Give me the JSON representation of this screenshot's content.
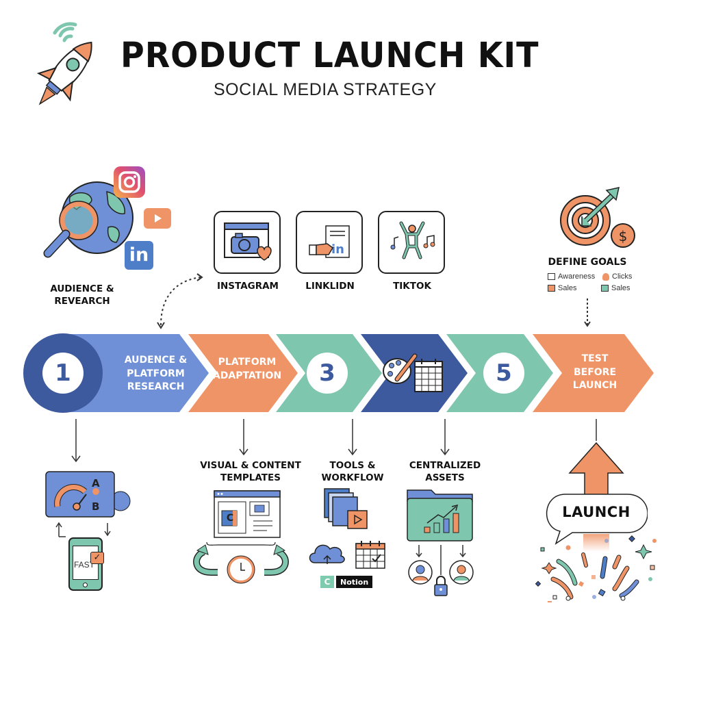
{
  "header": {
    "title": "PRODUCT LAUNCH KIT",
    "subtitle": "SOCIAL MEDIA STRATEGY"
  },
  "colors": {
    "blue_dark": "#3d5a9e",
    "blue": "#6f8fd6",
    "orange": "#ef9466",
    "teal": "#7fc6af",
    "ink": "#111111"
  },
  "research": {
    "label_line1": "AUDIENCE &",
    "label_line2": "REVEARCH",
    "icons": [
      "globe-icon",
      "magnifier-icon",
      "instagram-icon",
      "youtube-icon",
      "linkedin-icon"
    ]
  },
  "platforms": [
    {
      "label": "INSTAGRAM",
      "icon": "camera-heart-icon"
    },
    {
      "label": "LINKLIDN",
      "icon": "handshake-linkedin-icon"
    },
    {
      "label": "TIKTOK",
      "icon": "dancer-music-icon"
    }
  ],
  "goals": {
    "label": "DEFINE GOALS",
    "items": [
      {
        "icon": "calendar-icon",
        "text": "Awareness"
      },
      {
        "icon": "hand-icon",
        "text": "Clicks"
      },
      {
        "icon": "cart-icon",
        "text": "Sales"
      },
      {
        "icon": "basket-icon",
        "text": "Sales"
      }
    ]
  },
  "steps": [
    {
      "number": "1",
      "line1": "AUDENCE &",
      "line2": "PLATFORM",
      "line3": "RESEARCH"
    },
    {
      "line1": "PLATFORM",
      "line2": "ADAPTATION"
    },
    {
      "number": "3"
    },
    {
      "icon": "palette-calendar-icon"
    },
    {
      "number": "5"
    },
    {
      "line1": "TEST",
      "line2": "BEFORE",
      "line3": "LAUNCH"
    }
  ],
  "bottom": {
    "ab_test": {
      "letter_a": "A",
      "letter_b": "B",
      "phone_text": "FAST"
    },
    "templates": {
      "line1": "VISUAL & CONTENT",
      "line2": "TEMPLATES",
      "badge": "C"
    },
    "tools": {
      "line1": "TOOLS &",
      "line2": "WORKFLOW",
      "notion_c": "C",
      "notion_label": "Notion"
    },
    "assets": {
      "line1": "CENTRALIZED",
      "line2": "ASSETS"
    },
    "launch": {
      "label": "LAUNCH"
    }
  }
}
